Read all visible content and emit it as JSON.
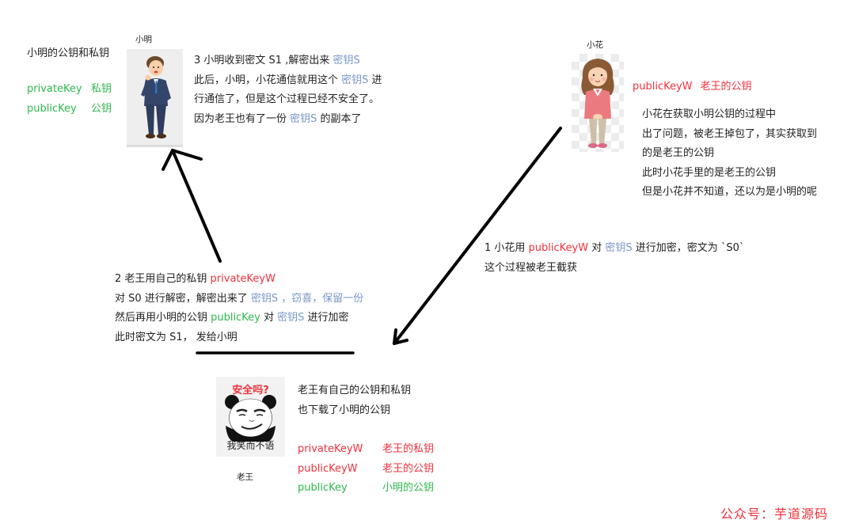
{
  "xiaoming": {
    "name_label": "小明",
    "keys_title": "小明的公钥和私钥",
    "keys": [
      {
        "key": "privateKey",
        "desc": "私钥",
        "color": "#2db84d"
      },
      {
        "key": "publicKey",
        "desc": "公钥",
        "color": "#2db84d"
      }
    ]
  },
  "step3": {
    "line1_prefix": "3  小明收到密文 S1 ,解密出来 ",
    "line1_key": "密钥S",
    "line2_prefix": "此后，小明，小花通信就用这个 ",
    "line2_key": "密钥S",
    "line2_suffix": " 进",
    "line3": "行通信了，但是这个过程已经不安全了。",
    "line4_prefix": "因为老王也有了一份 ",
    "line4_key": "密钥S",
    "line4_suffix": " 的副本了"
  },
  "xiaohua": {
    "name_label": "小花",
    "held_key": "publicKeyW",
    "held_key_desc": "老王的公钥",
    "notes": [
      "小花在获取小明公钥的过程中",
      "出了问题，被老王掉包了，其实获取到",
      "的是老王的公钥",
      "此时小花手里的是老王的公钥",
      "但是小花并不知道，还以为是小明的呢"
    ]
  },
  "step1": {
    "prefix": "1  小花用 ",
    "key": "publicKeyW",
    "mid": " 对 ",
    "secret": "密钥S",
    "suffix": " 进行加密，密文为 `S0`",
    "line2": "这个过程被老王截获"
  },
  "step2": {
    "line1_prefix": "2  老王用自己的私钥 ",
    "line1_key": "privateKeyW",
    "line2_prefix": "对 S0 进行解密，解密出来了 ",
    "line2_blue": "密钥S ，窃喜，保留一份",
    "line3_prefix": "然后再用小明的公钥 ",
    "line3_key": "publicKey",
    "line3_mid": " 对 ",
    "line3_secret": "密钥S",
    "line3_suffix": " 进行加密",
    "line4": "此时密文为 S1， 发给小明"
  },
  "laowang": {
    "name_label": "老王",
    "meme_top": "安全吗?",
    "meme_bottom": "我笑而不语",
    "desc": [
      "老王有自己的公钥和私钥",
      "也下载了小明的公钥"
    ],
    "keys": [
      {
        "key": "privateKeyW",
        "desc": "老王的私钥",
        "color": "#f0303c"
      },
      {
        "key": "publicKeyW",
        "desc": "老王的公钥",
        "color": "#f0303c"
      },
      {
        "key": "publicKey",
        "desc": "小明的公钥",
        "color": "#2db84d"
      }
    ]
  },
  "colors": {
    "green": "#2db84d",
    "red": "#f0303c",
    "blue": "#7b96c7",
    "text": "#222222"
  },
  "watermark": "公众号：芋道源码"
}
